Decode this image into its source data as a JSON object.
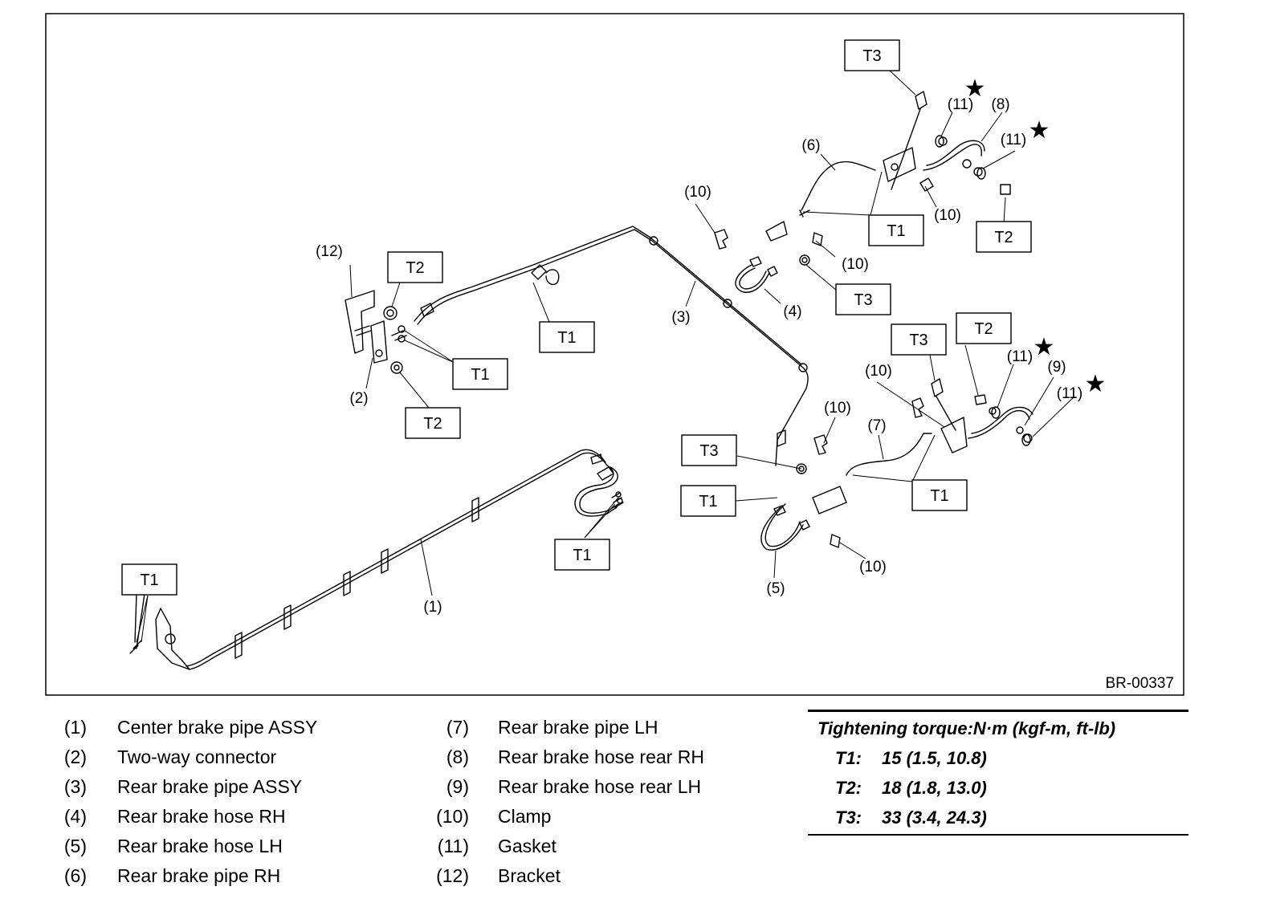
{
  "figure": {
    "id": "BR-00337",
    "torque_labels": {
      "t1": "T1",
      "t2": "T2",
      "t3": "T3"
    },
    "callouts": {
      "c1": "(1)",
      "c2": "(2)",
      "c3": "(3)",
      "c4": "(4)",
      "c5": "(5)",
      "c6": "(6)",
      "c7": "(7)",
      "c8": "(8)",
      "c9": "(9)",
      "c10": "(10)",
      "c11": "(11)",
      "c12": "(12)"
    },
    "star_symbol": "★"
  },
  "legend": {
    "left": [
      {
        "num": "(1)",
        "name": "Center brake pipe ASSY"
      },
      {
        "num": "(2)",
        "name": "Two-way connector"
      },
      {
        "num": "(3)",
        "name": "Rear brake pipe ASSY"
      },
      {
        "num": "(4)",
        "name": "Rear brake hose RH"
      },
      {
        "num": "(5)",
        "name": "Rear brake hose LH"
      },
      {
        "num": "(6)",
        "name": "Rear brake pipe RH"
      }
    ],
    "middle": [
      {
        "num": "(7)",
        "name": "Rear brake pipe LH"
      },
      {
        "num": "(8)",
        "name": "Rear brake hose rear RH"
      },
      {
        "num": "(9)",
        "name": "Rear brake hose rear LH"
      },
      {
        "num": "(10)",
        "name": "Clamp"
      },
      {
        "num": "(11)",
        "name": "Gasket"
      },
      {
        "num": "(12)",
        "name": "Bracket"
      }
    ]
  },
  "torque": {
    "title": "Tightening torque:N·m (kgf-m, ft-lb)",
    "rows": [
      {
        "key": "T1:",
        "value": "15 (1.5, 10.8)"
      },
      {
        "key": "T2:",
        "value": "18 (1.8, 13.0)"
      },
      {
        "key": "T3:",
        "value": "33 (3.4, 24.3)"
      }
    ]
  }
}
